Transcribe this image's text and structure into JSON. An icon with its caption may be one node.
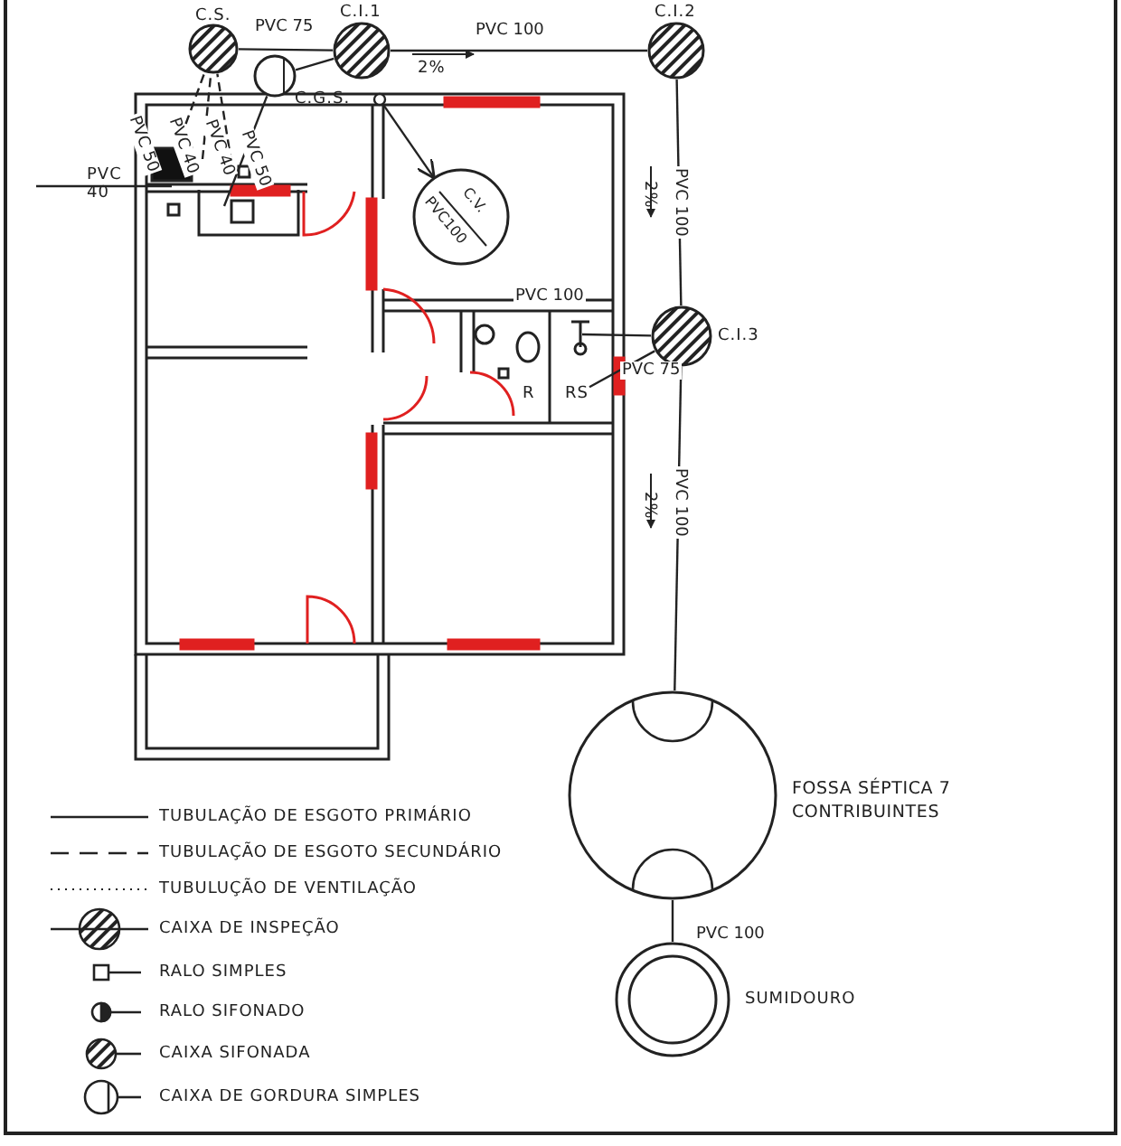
{
  "diagram": {
    "nodes": [
      {
        "text": [],
        "shape": "circle",
        "beside": [
          "C.S."
        ]
      },
      {
        "text": [],
        "shape": "circle",
        "beside": [
          "C.G.S."
        ]
      },
      {
        "text": [],
        "shape": "circle",
        "beside": [
          "C.I.1"
        ]
      },
      {
        "text": [],
        "shape": "circle",
        "beside": [
          "C.I.2"
        ]
      },
      {
        "text": [],
        "shape": "circle",
        "beside": [
          "C.I.3"
        ]
      },
      {
        "text": [
          "C.V.",
          "PVC100"
        ]
      },
      {
        "text": [],
        "shape": "circle",
        "beside": [
          "FOSSA SÉPTICA 7 CONTRIBUINTES"
        ]
      },
      {
        "text": [],
        "shape": "circle",
        "beside": [
          "SUMIDOURO"
        ]
      },
      {
        "text": [],
        "shape": "circle"
      },
      {
        "text": [
          "RS"
        ]
      }
    ],
    "edges": [
      {
        "from": 0,
        "to": 2,
        "arrow": "none",
        "label": "PVC 75"
      },
      {
        "from": 1,
        "to": 2,
        "arrow": "none"
      },
      {
        "from": 2,
        "to": 3,
        "arrow": "none",
        "label": "PVC 100"
      },
      {
        "from": 3,
        "to": 4,
        "arrow": "none",
        "label": "PVC 100"
      },
      {
        "from": 4,
        "to": 6,
        "arrow": "none",
        "label": "PVC 100"
      },
      {
        "from": 6,
        "to": 7,
        "arrow": "none",
        "label": "PVC 100"
      },
      {
        "from": null,
        "to": 4,
        "arrow": "none",
        "label": "PVC 100"
      },
      {
        "from": 9,
        "to": 4,
        "arrow": "none",
        "label": "PVC 75"
      },
      {
        "from": null,
        "to": 1,
        "arrow": "none",
        "label": "PVC 50"
      },
      {
        "from": null,
        "to": 0,
        "arrow": "none",
        "style": "dashed",
        "label": "PVC 50"
      },
      {
        "from": null,
        "to": 0,
        "arrow": "none",
        "style": "dashed",
        "label": "PVC 40"
      },
      {
        "from": null,
        "to": 0,
        "arrow": "none",
        "style": "dashed",
        "label": "PVC 40"
      },
      {
        "from": 8,
        "to": 5,
        "arrow": "to"
      }
    ],
    "labels": [
      "PVC 40",
      "2%",
      "2%",
      "2%",
      "R"
    ],
    "legend": [
      {
        "text": "TUBULAÇÃO DE ESGOTO PRIMÁRIO"
      },
      {
        "text": "TUBULAÇÃO DE ESGOTO SECUNDÁRIO"
      },
      {
        "text": "TUBULUÇÃO DE VENTILAÇÃO"
      },
      {
        "text": "CAIXA DE INSPEÇÃO"
      },
      {
        "text": "RALO SIMPLES"
      },
      {
        "text": "RALO SIFONADO"
      },
      {
        "text": "CAIXA SIFONADA"
      },
      {
        "text": "CAIXA DE GORDURA SIMPLES"
      }
    ]
  }
}
